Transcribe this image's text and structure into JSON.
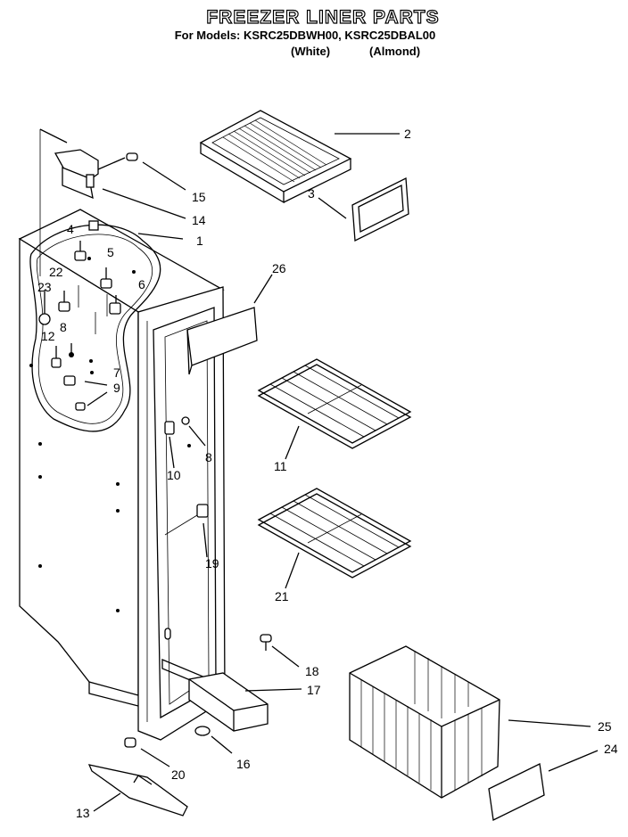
{
  "header": {
    "title": "FREEZER LINER PARTS",
    "models": "For Models: KSRC25DBWH00, KSRC25DBAL00",
    "color_white": "(White)",
    "color_almond": "(Almond)"
  },
  "callouts": {
    "c1": "1",
    "c2": "2",
    "c3": "3",
    "c4": "4",
    "c5": "5",
    "c6": "6",
    "c7": "7",
    "c8a": "8",
    "c8b": "8",
    "c9": "9",
    "c10": "10",
    "c11": "11",
    "c12": "12",
    "c13": "13",
    "c14": "14",
    "c15": "15",
    "c16": "16",
    "c17": "17",
    "c18": "18",
    "c19": "19",
    "c20": "20",
    "c21": "21",
    "c22": "22",
    "c23": "23",
    "c24": "24",
    "c25": "25",
    "c26": "26"
  }
}
